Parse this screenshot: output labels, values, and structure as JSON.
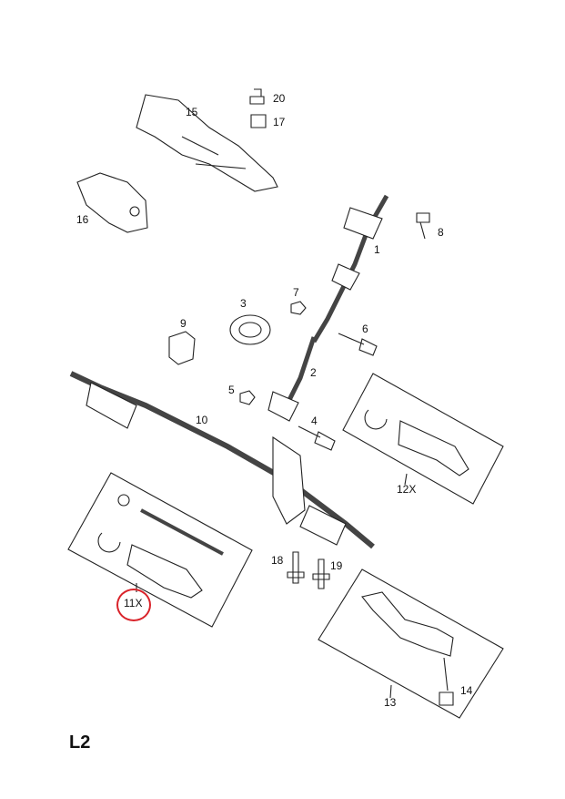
{
  "diagram": {
    "title": "L2",
    "highlight_color": "#d9232a",
    "part_labels": {
      "p20": "20",
      "p15": "15",
      "p17": "17",
      "p16": "16",
      "p8": "8",
      "p1": "1",
      "p3": "3",
      "p7": "7",
      "p9": "9",
      "p6": "6",
      "p2": "2",
      "p5": "5",
      "p10": "10",
      "p4": "4",
      "p12x": "12X",
      "p11x": "11X",
      "p18": "18",
      "p19": "19",
      "p13": "13",
      "p14": "14"
    }
  }
}
